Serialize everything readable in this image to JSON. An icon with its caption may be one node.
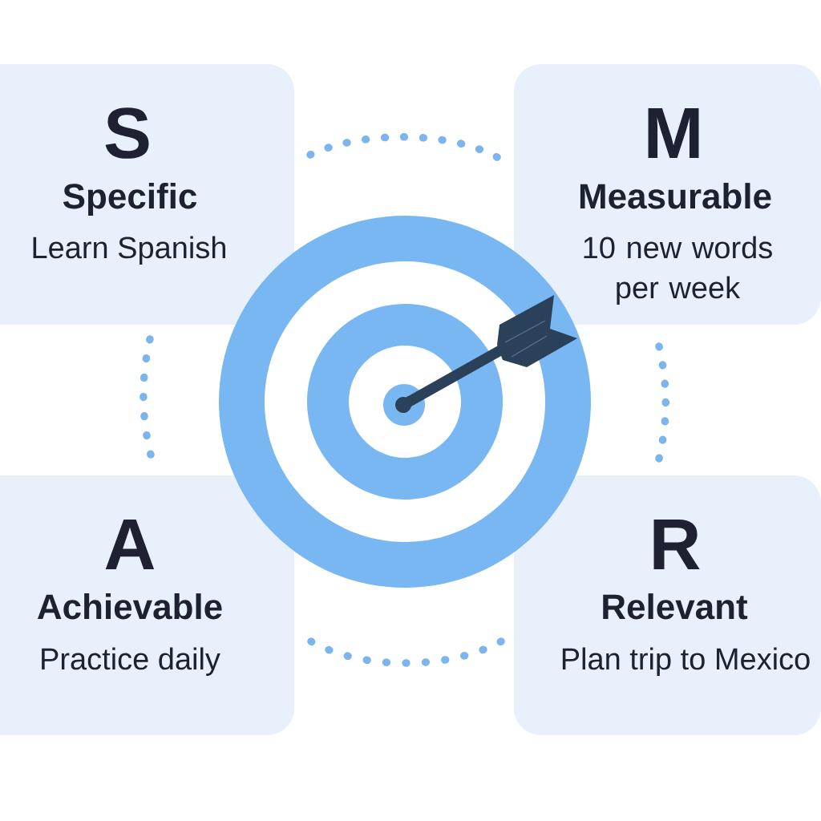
{
  "diagram": {
    "nodes": [
      {
        "text": [
          "S",
          "Specific",
          "Learn Spanish"
        ]
      },
      {
        "text": [
          "M",
          "Measurable",
          "10 new words per week"
        ]
      },
      {
        "text": [
          "A",
          "Achievable",
          "Practice daily"
        ]
      },
      {
        "text": [
          "R",
          "Relevant",
          "Plan trip to Mexico"
        ]
      }
    ],
    "edges": [
      {
        "from": 0,
        "to": 1,
        "arrow": "none",
        "style": "dashed"
      },
      {
        "from": 0,
        "to": 2,
        "arrow": "none",
        "style": "dashed"
      },
      {
        "from": 1,
        "to": 3,
        "arrow": "none",
        "style": "dashed"
      },
      {
        "from": 2,
        "to": 3,
        "arrow": "none",
        "style": "dashed"
      }
    ]
  }
}
